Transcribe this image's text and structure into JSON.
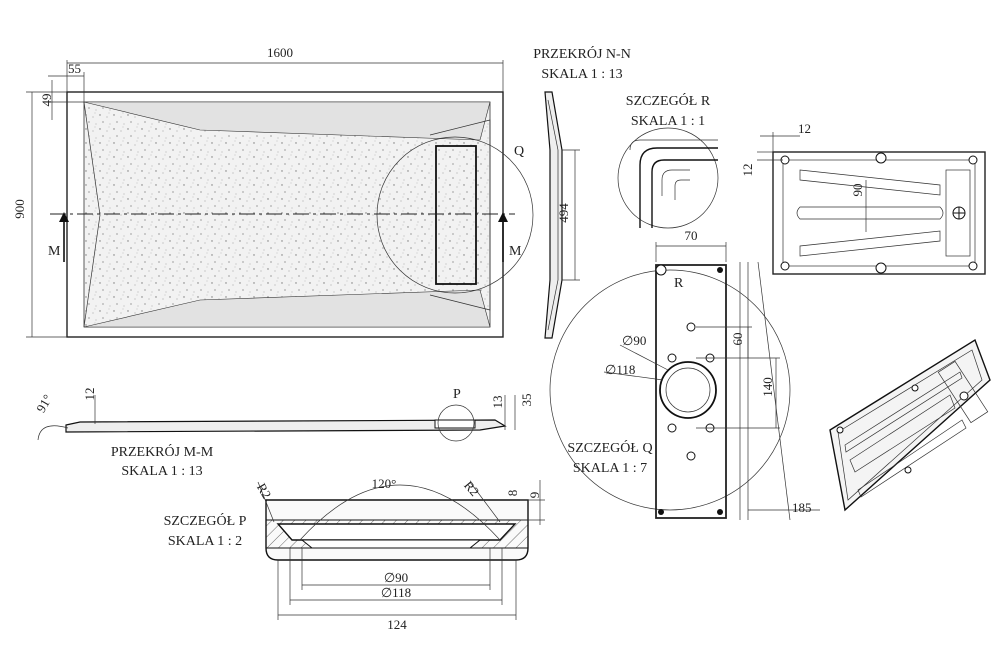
{
  "top_view": {
    "dim_length": "1600",
    "dim_width": "900",
    "dim_edge_x": "55",
    "dim_edge_y": "49",
    "section_marker": "M",
    "detail_marker": "Q"
  },
  "section_nn": {
    "title": "PRZEKRÓJ N-N",
    "scale": "SKALA 1 : 13",
    "dim": "494"
  },
  "detail_r": {
    "title": "SZCZEGÓŁ R",
    "scale": "SKALA 1 : 1"
  },
  "bottom_view": {
    "dim_a": "12",
    "dim_b": "12",
    "dim_c": "90"
  },
  "section_mm": {
    "title": "PRZEKRÓJ M-M",
    "scale": "SKALA 1 : 13",
    "angle": "91°",
    "dim_left": "12",
    "dim_right_a": "13",
    "dim_right_b": "35",
    "detail_marker": "P"
  },
  "detail_q": {
    "title": "SZCZEGÓŁ Q",
    "scale": "SKALA 1 : 7",
    "dim_width": "70",
    "dim_d90": "∅90",
    "dim_d118": "∅118",
    "dim_60": "60",
    "dim_140": "140",
    "dim_185": "185",
    "detail_marker": "R"
  },
  "detail_p": {
    "title": "SZCZEGÓŁ P",
    "scale": "SKALA 1 : 2",
    "angle": "120°",
    "radius_left": "R2",
    "radius_right": "R2",
    "dim_8": "8",
    "dim_9": "9",
    "dim_d90": "∅90",
    "dim_d118": "∅118",
    "dim_124": "124"
  }
}
